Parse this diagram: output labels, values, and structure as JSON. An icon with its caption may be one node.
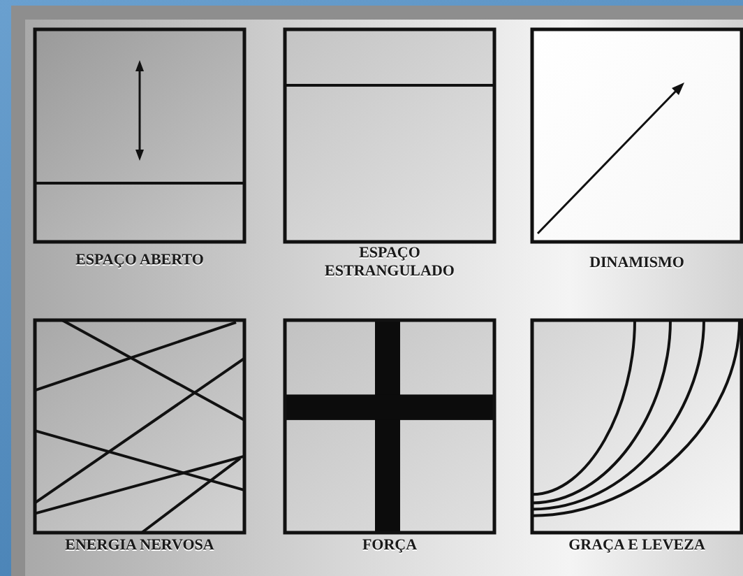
{
  "diagram": {
    "nodes": [
      {
        "text": [
          "ESPAÇO ABERTO"
        ]
      },
      {
        "text": [
          "ESPAÇO ESTRANGULADO"
        ]
      },
      {
        "text": [
          "DINAMISMO"
        ]
      },
      {
        "text": [
          "ENERGIA NERVOSA"
        ]
      },
      {
        "text": [
          "FORÇA"
        ]
      },
      {
        "text": [
          "GRAÇA E LEVEZA"
        ]
      }
    ]
  }
}
